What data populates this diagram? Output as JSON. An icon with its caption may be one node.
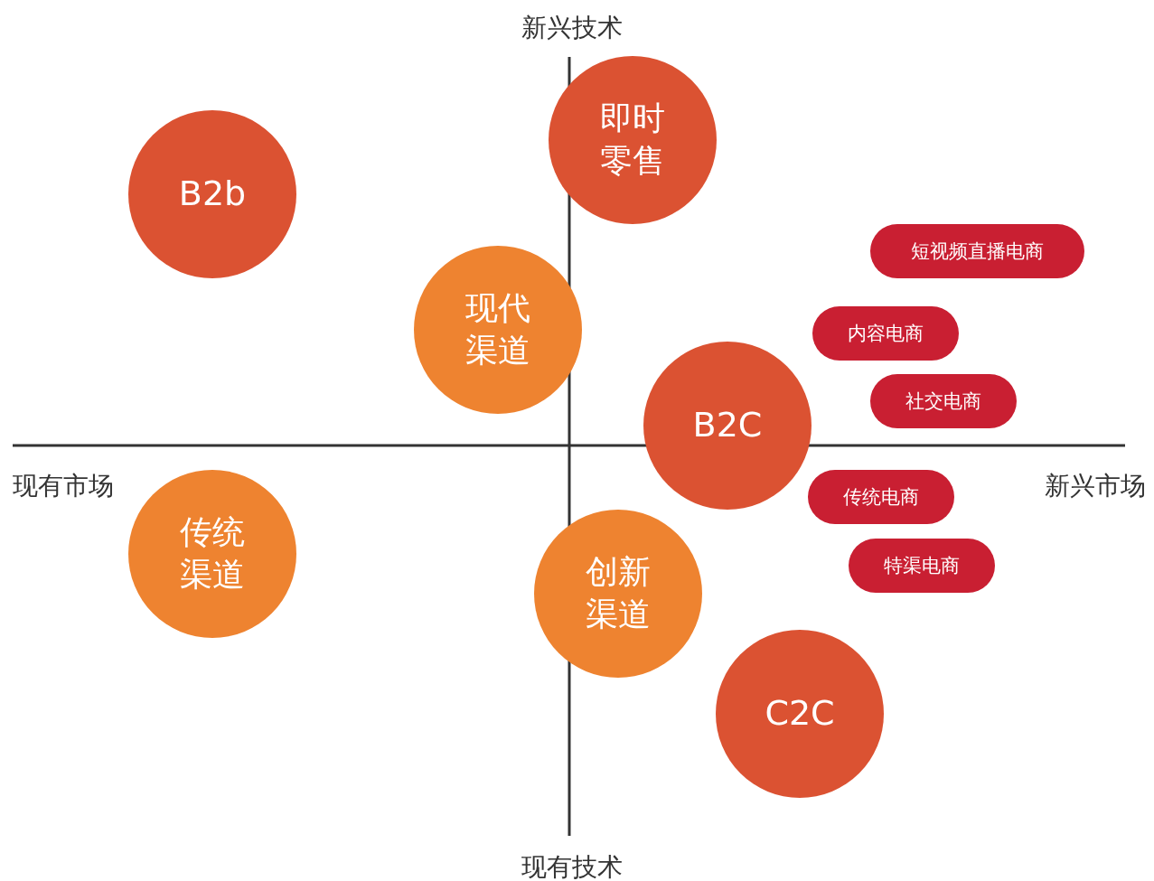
{
  "diagram": {
    "nodes": [
      {
        "text": [
          "即时零售"
        ]
      },
      {
        "text": [
          "B2b"
        ]
      },
      {
        "text": [
          "短视频直播电商"
        ]
      },
      {
        "text": [
          "现代渠道"
        ]
      },
      {
        "text": [
          "内容电商"
        ]
      },
      {
        "text": [
          "社交电商"
        ]
      },
      {
        "text": [
          "B2C"
        ]
      },
      {
        "text": [
          "传统电商"
        ]
      },
      {
        "text": [
          "传统渠道"
        ]
      },
      {
        "text": [
          "特渠电商"
        ]
      },
      {
        "text": [
          "创新渠道"
        ]
      },
      {
        "text": [
          "C2C"
        ]
      }
    ],
    "labels": [
      "新兴技术",
      "现有市场",
      "新兴市场",
      "现有技术"
    ]
  }
}
